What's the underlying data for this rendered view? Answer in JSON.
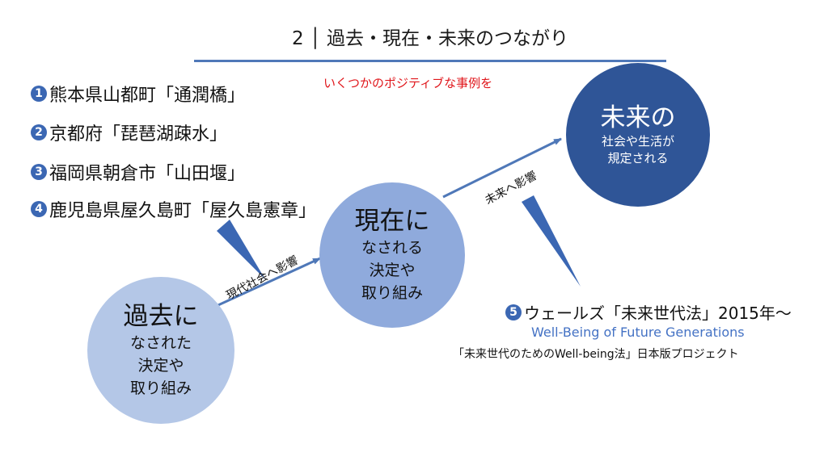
{
  "title": "2 │ 過去・現在・未来のつながり",
  "subtitle": "いくつかのポジティブな事例を",
  "cases": [
    {
      "num": "1",
      "text": "熊本県山都町「通潤橋」"
    },
    {
      "num": "2",
      "text": "京都府「琵琶湖疎水」"
    },
    {
      "num": "3",
      "text": "福岡県朝倉市「山田堰」"
    },
    {
      "num": "4",
      "text": "鹿児島県屋久島町「屋久島憲章」"
    }
  ],
  "past": {
    "head": "過去に",
    "line1": "なされた",
    "line2": "決定や",
    "line3": "取り組み"
  },
  "present": {
    "head": "現在に",
    "line1": "なされる",
    "line2": "決定や",
    "line3": "取り組み"
  },
  "future": {
    "head": "未来の",
    "line1": "社会や生活が",
    "line2": "規定される"
  },
  "arrow_labels": {
    "modern": "現代社会へ影響",
    "future": "未来へ影響"
  },
  "wales": {
    "num": "5",
    "text": "ウェールズ「未来世代法」2015年～",
    "english": "Well-Being of Future Generations",
    "japanese": "「未来世代のためのWell-being法」日本版プロジェクト"
  },
  "colors": {
    "accent": "#4f78b8",
    "subtitle_red": "#e0161b",
    "past_fill": "#b4c7e7",
    "present_fill": "#8faadc",
    "future_fill": "#2f5597",
    "badge": "#3b67b3",
    "wales_en": "#4472c4"
  }
}
